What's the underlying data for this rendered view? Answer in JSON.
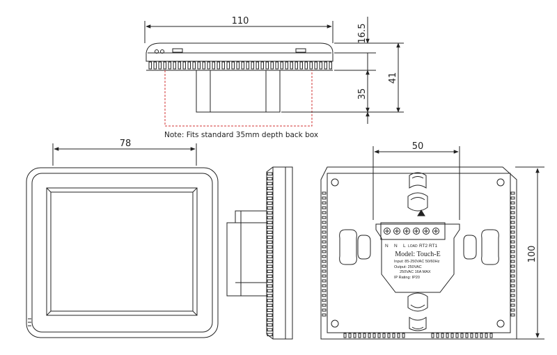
{
  "dimensions": {
    "top_width": "110",
    "top_lip": "16.5",
    "top_total_height": "41",
    "top_depth": "35",
    "front_width": "78",
    "back_hole_spacing": "50",
    "back_height": "100"
  },
  "note": "Note: Fits standard 35mm depth back box",
  "terminals": {
    "n1": "N",
    "n2": "N",
    "l": "L",
    "load": "LOAD",
    "rt2": "RT2",
    "rt1": "RT1"
  },
  "label": {
    "model": "Model: Touch-E",
    "input": "Input: 85-250VAC 50/60Hz",
    "output_title": "Output: 250VAC",
    "output_value": "250VAC 16A MAX",
    "ip": "IP Rating: IP20"
  },
  "colors": {
    "line": "#222222",
    "dashed": "#d03030"
  }
}
